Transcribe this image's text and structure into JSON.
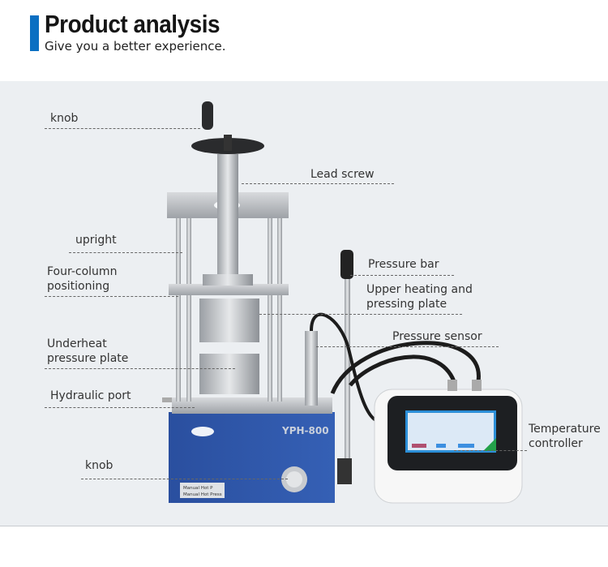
{
  "header": {
    "title": "Product analysis",
    "subtitle": "Give you a better experience."
  },
  "labels": {
    "knob_top": "knob",
    "lead_screw": "Lead screw",
    "upright": "upright",
    "four_column_1": "Four-column",
    "four_column_2": "positioning",
    "pressure_bar": "Pressure bar",
    "upper_heating_1": "Upper heating and",
    "upper_heating_2": "pressing plate",
    "pressure_sensor": "Pressure sensor",
    "underheat_1": "Underheat",
    "underheat_2": "pressure plate",
    "hydraulic_port": "Hydraulic port",
    "knob_bottom": "knob",
    "temperature_1": "Temperature",
    "temperature_2": "controller"
  },
  "product": {
    "model": "YPH-800",
    "plate_text_1": "Manual Hot P",
    "plate_text_2": "Manual Hot Press"
  },
  "colors": {
    "accent": "#0a6fc2",
    "machine_blue": "#2f56a8",
    "panel_bg": "#eceff2"
  }
}
